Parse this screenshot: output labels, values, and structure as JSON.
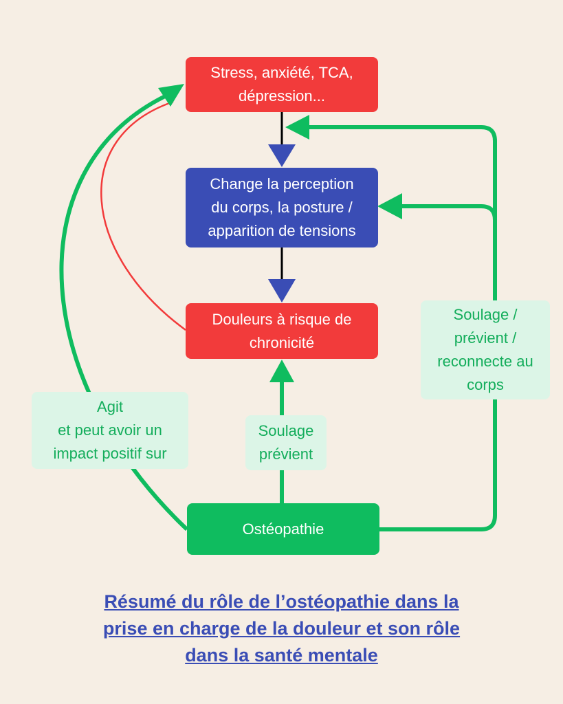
{
  "diagram": {
    "nodes": {
      "stress": "Stress, anxiété, TCA,\ndépression...",
      "perception": "Change la perception\ndu corps, la posture /\napparition de tensions",
      "douleurs": "Douleurs à risque de\nchronicité",
      "osteo": "Ostéopathie"
    },
    "edge_labels": {
      "agit": "Agit\net peut avoir un\nimpact positif sur",
      "soulage_center": "Soulage\nprévient",
      "soulage_right": "Soulage /\nprévient /\nreconnecte au\ncorps"
    },
    "caption": "Résumé du rôle de l’ostéopathie dans la\nprise en charge de la douleur et son rôle\ndans la santé mentale"
  },
  "colors": {
    "background": "#f6eee4",
    "red": "#f23b3b",
    "blue": "#3a4db5",
    "green": "#0fbc5f",
    "label_bg": "#dcf5e7",
    "label_text": "#13ad5b"
  }
}
